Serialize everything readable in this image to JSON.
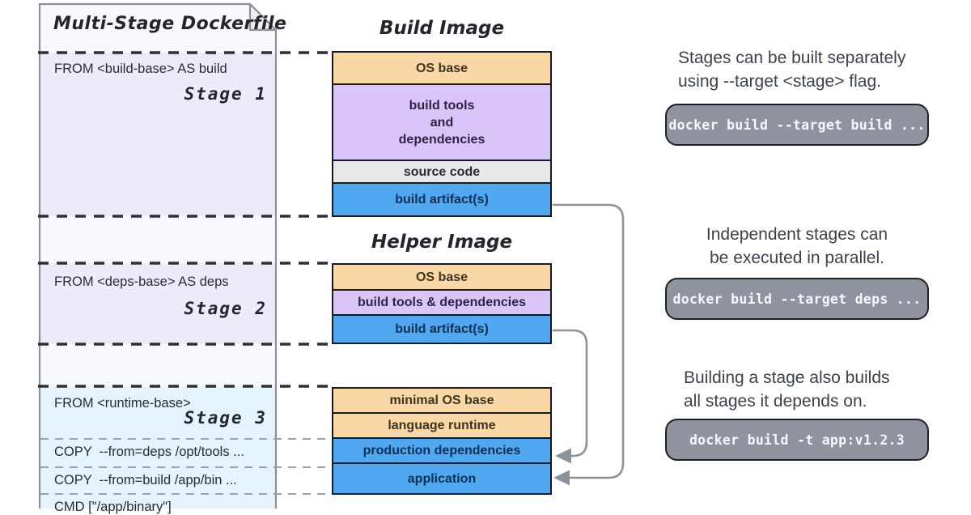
{
  "colors": {
    "orange_layer": "#f9d8a6",
    "purple_layer": "#d9c5f8",
    "gray_layer": "#e9e9ec",
    "blue_layer": "#4fa8f0",
    "orange_text": "#3f3222",
    "purple_text": "#2d2547",
    "gray_text": "#262b33",
    "blue_text": "#0e2f55",
    "stage1_bg": "#edebf8",
    "stage2_bg": "#edebf8",
    "stage3_bg": "#e4f3fc",
    "sheet_bg": "#f8f9fc",
    "pill_bg": "#8e939d",
    "dash_dark": "#2b2f36",
    "dash_light": "#9aa1ab",
    "arrow": "#8d939b"
  },
  "dockerfile": {
    "title": "Multi-Stage Dockerfile",
    "stage1": {
      "from": "FROM <build-base> AS build",
      "label": "Stage 1"
    },
    "stage2": {
      "from": "FROM <deps-base> AS deps",
      "label": "Stage 2"
    },
    "stage3": {
      "from": "FROM <runtime-base>",
      "label": "Stage 3",
      "copy_deps": "COPY  --from=deps /opt/tools ...",
      "copy_build": "COPY  --from=build /app/bin ...",
      "cmd": "CMD [\"/app/binary\"]"
    }
  },
  "build_image": {
    "title": "Build Image",
    "layers": [
      {
        "label": "OS base",
        "bg": "#f9d8a6",
        "fg": "#3f3222"
      },
      {
        "label": "build tools\nand\ndependencies",
        "bg": "#d9c5f8",
        "fg": "#2d2547"
      },
      {
        "label": "source code",
        "bg": "#e9e9ec",
        "fg": "#262b33"
      },
      {
        "label": "build artifact(s)",
        "bg": "#4fa8f0",
        "fg": "#0e2f55"
      }
    ]
  },
  "helper_image": {
    "title": "Helper Image",
    "layers": [
      {
        "label": "OS base",
        "bg": "#f9d8a6",
        "fg": "#3f3222"
      },
      {
        "label": "build tools & dependencies",
        "bg": "#d9c5f8",
        "fg": "#2d2547"
      },
      {
        "label": "build artifact(s)",
        "bg": "#4fa8f0",
        "fg": "#0e2f55"
      }
    ]
  },
  "final_image": {
    "layers": [
      {
        "label": "minimal OS base",
        "bg": "#f9d8a6",
        "fg": "#3f3222"
      },
      {
        "label": "language runtime",
        "bg": "#f9d8a6",
        "fg": "#3f3222"
      },
      {
        "label": "production dependencies",
        "bg": "#4fa8f0",
        "fg": "#0e2f55"
      },
      {
        "label": "application",
        "bg": "#4fa8f0",
        "fg": "#0e2f55"
      }
    ]
  },
  "notes": [
    {
      "text": "Stages can be built separately\nusing --target <stage> flag.",
      "command": "docker build --target build ..."
    },
    {
      "text": "Independent stages can\nbe executed in parallel.",
      "command": "docker build --target deps ..."
    },
    {
      "text": "Building a stage also builds\nall stages it depends on.",
      "command": "docker build -t app:v1.2.3"
    }
  ]
}
